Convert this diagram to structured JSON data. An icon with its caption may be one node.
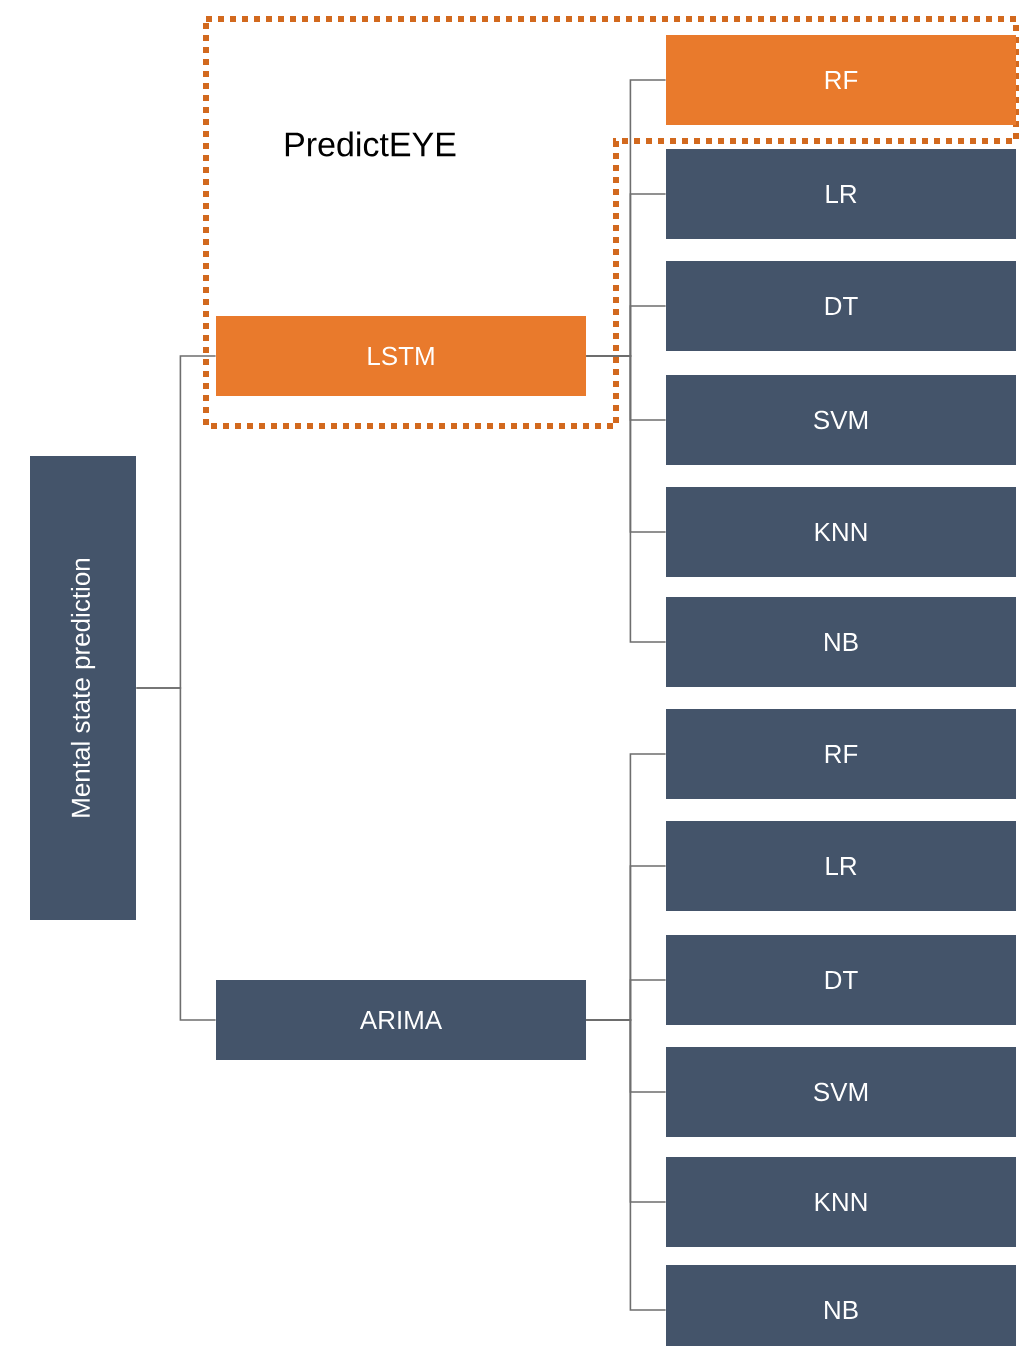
{
  "diagram": {
    "nodes": [
      {
        "text": [
          "Mental state prediction"
        ]
      },
      {
        "text": [
          "PredictEYE"
        ]
      },
      {
        "text": [
          "LSTM"
        ],
        "in": 1
      },
      {
        "text": [
          "RF"
        ],
        "in": 1
      },
      {
        "text": [
          "LR"
        ]
      },
      {
        "text": [
          "DT"
        ]
      },
      {
        "text": [
          "SVM"
        ]
      },
      {
        "text": [
          "KNN"
        ]
      },
      {
        "text": [
          "NB"
        ]
      },
      {
        "text": [
          "ARIMA"
        ]
      },
      {
        "text": [
          "RF"
        ]
      },
      {
        "text": [
          "LR"
        ]
      },
      {
        "text": [
          "DT"
        ]
      },
      {
        "text": [
          "SVM"
        ]
      },
      {
        "text": [
          "KNN"
        ]
      },
      {
        "text": [
          "NB"
        ]
      }
    ],
    "edges": [
      {
        "from": 0,
        "to": 2,
        "arrow": "none"
      },
      {
        "from": 0,
        "to": 9,
        "arrow": "none"
      },
      {
        "from": 2,
        "to": 3,
        "arrow": "none"
      },
      {
        "from": 2,
        "to": 4,
        "arrow": "none"
      },
      {
        "from": 2,
        "to": 5,
        "arrow": "none"
      },
      {
        "from": 2,
        "to": 6,
        "arrow": "none"
      },
      {
        "from": 2,
        "to": 7,
        "arrow": "none"
      },
      {
        "from": 2,
        "to": 8,
        "arrow": "none"
      },
      {
        "from": 9,
        "to": 10,
        "arrow": "none"
      },
      {
        "from": 9,
        "to": 11,
        "arrow": "none"
      },
      {
        "from": 9,
        "to": 12,
        "arrow": "none"
      },
      {
        "from": 9,
        "to": 13,
        "arrow": "none"
      },
      {
        "from": 9,
        "to": 14,
        "arrow": "none"
      },
      {
        "from": 9,
        "to": 15,
        "arrow": "none"
      }
    ]
  }
}
